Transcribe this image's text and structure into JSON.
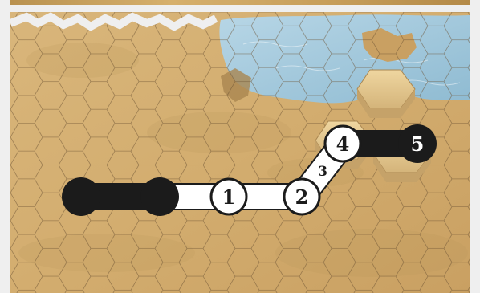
{
  "board": {
    "terrain": [
      "sand",
      "shallow-water",
      "raised-hills"
    ],
    "colors": {
      "sand": "#d7b57b",
      "sand_dark": "#b9945a",
      "water": "#a9cde0",
      "hill": "#e6c98d",
      "grid_line": "#6b5232",
      "path_dark": "#1b1b1b",
      "path_light": "#ffffff"
    }
  },
  "movement_path": {
    "steps": [
      {
        "label": "1",
        "style": "light"
      },
      {
        "label": "2",
        "style": "light"
      },
      {
        "label": "3",
        "style": "plain"
      },
      {
        "label": "4",
        "style": "light"
      },
      {
        "label": "5",
        "style": "dark"
      }
    ]
  }
}
